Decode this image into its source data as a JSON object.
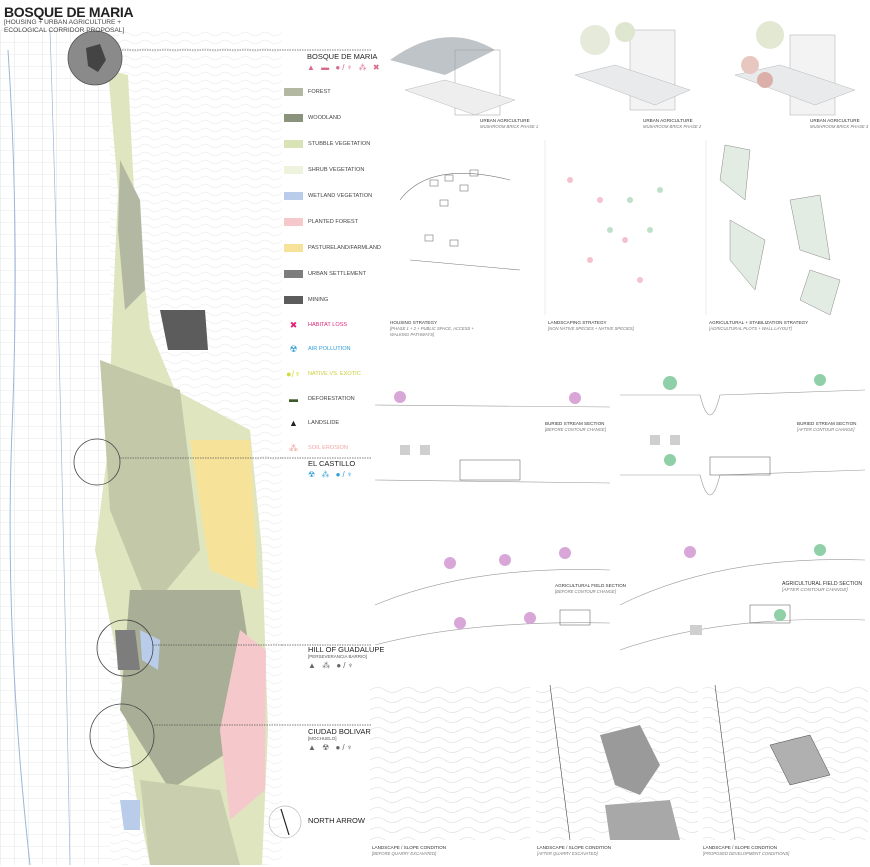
{
  "header": {
    "title": "BOSQUE DE MARIA",
    "subtitle_line1": "[HOUSING + URBAN AGRICULTURE +",
    "subtitle_line2": "ECOLOGICAL CORRIDOR PROPOSAL]"
  },
  "legend": {
    "swatches": [
      {
        "label": "FOREST",
        "color": "#b3b8a2"
      },
      {
        "label": "WOODLAND",
        "color": "#8c937d"
      },
      {
        "label": "STUBBLE VEGETATION",
        "color": "#d9e3b8"
      },
      {
        "label": "SHRUB VEGETATION",
        "color": "#eef3dd"
      },
      {
        "label": "WETLAND VEGETATION",
        "color": "#b9cdea"
      },
      {
        "label": "PLANTED FOREST",
        "color": "#f5c9cc"
      },
      {
        "label": "PASTURELAND/FARMLAND",
        "color": "#f7e29a"
      },
      {
        "label": "URBAN SETTLEMENT",
        "color": "#7d7d7d"
      },
      {
        "label": "MINING",
        "color": "#5c5c5c"
      }
    ],
    "threats": [
      {
        "label": "HABITAT LOSS",
        "color": "#e0267a",
        "icon": "habitat-loss-icon",
        "glyph": "✖"
      },
      {
        "label": "AIR POLLUTION",
        "color": "#2f9fd8",
        "icon": "air-pollution-icon",
        "glyph": "☢"
      },
      {
        "label": "NATIVE VS. EXOTIC",
        "color": "#d4dc3a",
        "icon": "native-vs-exotic-icon",
        "glyph": "●/♆"
      },
      {
        "label": "DEFORESTATION",
        "color": "#3f5a2a",
        "icon": "deforestation-icon",
        "glyph": "▬"
      },
      {
        "label": "LANDSLIDE",
        "color": "#222222",
        "icon": "landslide-icon",
        "glyph": "▲"
      },
      {
        "label": "SOIL EROSION",
        "color": "#f2a5a5",
        "icon": "soil-erosion-icon",
        "glyph": "⁂"
      }
    ]
  },
  "sites": [
    {
      "name": "BOSQUE DE MARIA",
      "sub": "",
      "icons": "▲ ▬ ●/♆ ⁂ ✖"
    },
    {
      "name": "EL CASTILLO",
      "sub": "",
      "icons": "☢ ⁂ ●/♆"
    },
    {
      "name": "HILL OF GUADALUPE",
      "sub": "[PERSEVERANCIA BARRIO]",
      "icons": "▲ ⁂ ●/♆"
    },
    {
      "name": "CIUDAD BOLIVAR",
      "sub": "[MOCHUELO]",
      "icons": "▲ ☢ ●/♆"
    }
  ],
  "north_arrow": "NORTH ARROW",
  "renders": [
    {
      "title": "URBAN AGRICULTURE",
      "sub": "MUSHROOM BRICK PHASE 1"
    },
    {
      "title": "URBAN AGRICULTURE",
      "sub": "MUSHROOM BRICK PHASE 2"
    },
    {
      "title": "URBAN AGRICULTURE",
      "sub": "MUSHROOM BRICK PHASE 3"
    }
  ],
  "strategies": [
    {
      "title": "HOUSING STRATEGY",
      "sub": "[PHASE 1 + 2 + PUBLIC SPACE, ACCESS +",
      "sub2": "WALKING PATHWAYS]"
    },
    {
      "title": "LANDSCAPING STRATEGY",
      "sub": "[NON NATIVE SPECIES + NATIVE SPECIES]",
      "sub2": ""
    },
    {
      "title": "AGRICULTURAL + STABILIZATION STRATEGY",
      "sub": "[AGRICULTURAL PLOTS + WALL LAYOUT]",
      "sub2": ""
    }
  ],
  "sections": [
    {
      "title": "BURIED STREAM SECTION",
      "sub": "[BEFORE CONTOUR CHANGE]"
    },
    {
      "title": "BURIED STREAM SECTION",
      "sub": "[AFTER CONTOUR CHANGE]"
    },
    {
      "title": "AGRICULTURAL FIELD SECTION",
      "sub": "[BEFORE CONTOUR CHANGE]"
    },
    {
      "title": "AGRICULTURAL FIELD SECTION",
      "sub": "[AFTER CONTOUR CHANGE]"
    }
  ],
  "slopes": [
    {
      "title": "LANDSCAPE / SLOPE CONDITION",
      "sub": "[BEFORE QUARRY EXCAVATED]"
    },
    {
      "title": "LANDSCAPE / SLOPE CONDITION",
      "sub": "[AFTER QUARRY EXCAVATED]"
    },
    {
      "title": "LANDSCAPE / SLOPE CONDITION",
      "sub": "[PROPOSED DEVELOPMENT CONDITIONS]"
    }
  ]
}
